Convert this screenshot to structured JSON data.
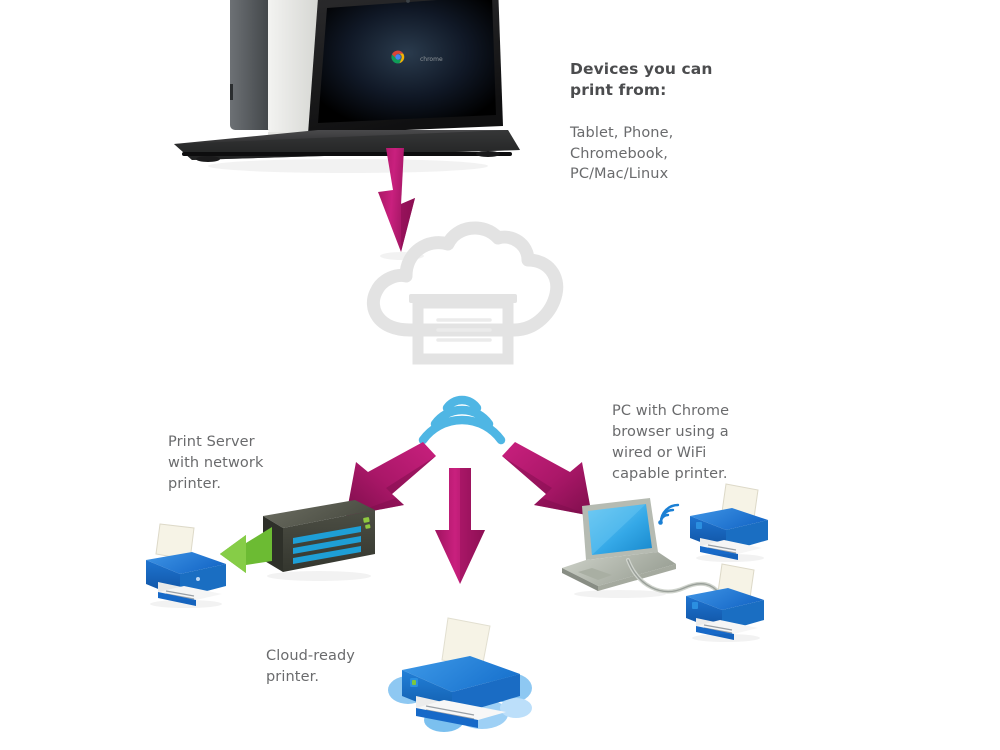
{
  "diagram": {
    "title": "Google Cloud Print architecture diagram",
    "background_color": "#ffffff",
    "palette": {
      "arrow_magenta": "#bb1d73",
      "arrow_magenta_dark": "#8e1257",
      "arrow_magenta_light": "#d93f95",
      "arrow_green": "#7cc73f",
      "arrow_green_dark": "#5aa32a",
      "wifi_blue": "#4fb6e4",
      "printer_blue": "#1769c8",
      "printer_blue_dark": "#0f4f9e",
      "printer_blue_light": "#3f95e6",
      "cloud_gray": "#e2e2e2",
      "server_dark": "#3f4038",
      "laptop_gray": "#b9bdb5",
      "text_gray": "#6a6b6d",
      "heading_gray": "#4b4c4e",
      "paper_cream": "#f3f0e4"
    }
  },
  "captions": {
    "devices": {
      "heading": "Devices you can\nprint from:",
      "body": "Tablet, Phone,\nChromebook,\nPC/Mac/Linux"
    },
    "print_server": "Print Server\nwith network\nprinter.",
    "pc_chrome": "PC with Chrome\nbrowser using a\nwired or WiFi\ncapable printer.",
    "cloud_ready": "Cloud-ready\nprinter."
  },
  "nodes": {
    "devices_photo": {
      "label": "Chromebook laptop and tablets photo",
      "screen_logo": "chrome-logo"
    },
    "cloud_print": {
      "label": "Cloud print service cloud with printer"
    },
    "wifi": {
      "label": "WiFi broadcast symbol",
      "arc_count": 3
    },
    "print_server": {
      "label": "Network print server appliance"
    },
    "network_printer": {
      "label": "Networked inkjet printer"
    },
    "cloud_ready_printer": {
      "label": "Cloud-ready printer surrounded by clouds"
    },
    "pc_laptop": {
      "label": "Laptop running Chrome browser"
    },
    "wifi_printer": {
      "label": "WiFi capable printer"
    },
    "wired_printer": {
      "label": "USB wired printer"
    },
    "small_wifi": {
      "label": "Small WiFi link symbol"
    }
  },
  "arrows": [
    {
      "name": "devices-to-cloud",
      "color": "#bb1d73",
      "direction": "down"
    },
    {
      "name": "cloud-to-print-server",
      "color": "#bb1d73",
      "direction": "down-left"
    },
    {
      "name": "cloud-to-cloud-ready-printer",
      "color": "#bb1d73",
      "direction": "down"
    },
    {
      "name": "cloud-to-pc",
      "color": "#bb1d73",
      "direction": "down-right"
    },
    {
      "name": "server-to-printer",
      "color": "#7cc73f",
      "direction": "left"
    }
  ]
}
